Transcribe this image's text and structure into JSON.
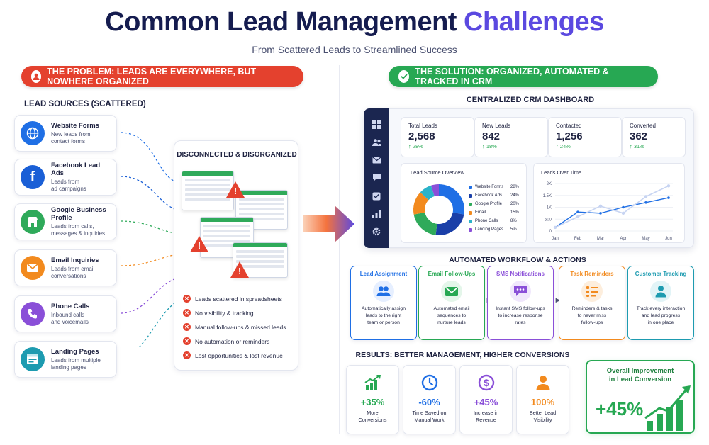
{
  "header": {
    "title_part1": "Common Lead Management",
    "title_part2": "Challenges",
    "subtitle": "From Scattered Leads to Streamlined Success"
  },
  "problem": {
    "banner": "THE PROBLEM: LEADS ARE EVERYWHERE, BUT NOWHERE ORGANIZED",
    "sources_label": "LEAD SOURCES (SCATTERED)",
    "sources": [
      {
        "icon": "globe-icon",
        "title": "Website Forms",
        "desc1": "New leads from",
        "desc2": "contact forms",
        "color": "#1f6fe5"
      },
      {
        "icon": "facebook-icon",
        "title": "Facebook Lead Ads",
        "desc1": "Leads from",
        "desc2": "ad campaigns",
        "color": "#1a5fd6"
      },
      {
        "icon": "store-icon",
        "title": "Google Business Profile",
        "desc1": "Leads from calls,",
        "desc2": "messages & inquiries",
        "color": "#2faa5a"
      },
      {
        "icon": "envelope-icon",
        "title": "Email Inquiries",
        "desc1": "Leads from email",
        "desc2": "conversations",
        "color": "#f28a1e"
      },
      {
        "icon": "phone-icon",
        "title": "Phone Calls",
        "desc1": "Inbound calls",
        "desc2": "and voicemails",
        "color": "#8a4fd8"
      },
      {
        "icon": "browser-icon",
        "title": "Landing Pages",
        "desc1": "Leads from multiple",
        "desc2": "landing pages",
        "color": "#1d9bb0"
      }
    ],
    "disconnected_title": "DISCONNECTED & DISORGANIZED",
    "issues": [
      "Leads scattered in spreadsheets",
      "No visibility & tracking",
      "Manual follow-ups & missed leads",
      "No automation or reminders",
      "Lost opportunities & lost revenue"
    ]
  },
  "solution": {
    "banner": "THE SOLUTION: ORGANIZED, AUTOMATED & TRACKED IN CRM",
    "dashboard_title": "CENTRALIZED CRM DASHBOARD",
    "kpis": [
      {
        "label": "Total Leads",
        "value": "2,568",
        "change": "↑ 28%"
      },
      {
        "label": "New Leads",
        "value": "842",
        "change": "↑ 18%"
      },
      {
        "label": "Contacted",
        "value": "1,256",
        "change": "↑ 24%"
      },
      {
        "label": "Converted",
        "value": "362",
        "change": "↑ 31%"
      }
    ],
    "source_overview": {
      "title": "Lead Source Overview",
      "items": [
        {
          "name": "Website Forms",
          "pct": "28%",
          "value": 28,
          "color": "#1f6fe5"
        },
        {
          "name": "Facebook Ads",
          "pct": "24%",
          "value": 24,
          "color": "#1a3fa8"
        },
        {
          "name": "Google Profile",
          "pct": "20%",
          "value": 20,
          "color": "#2faa5a"
        },
        {
          "name": "Email",
          "pct": "15%",
          "value": 15,
          "color": "#f28a1e"
        },
        {
          "name": "Phone Calls",
          "pct": "8%",
          "value": 8,
          "color": "#2bb3c9"
        },
        {
          "name": "Landing Pages",
          "pct": "5%",
          "value": 5,
          "color": "#8a4fd8"
        }
      ]
    },
    "leads_over_time": {
      "title": "Leads Over Time",
      "y_ticks": [
        "2K",
        "1.5K",
        "1K",
        "500",
        "0"
      ],
      "x_ticks": [
        "Jan",
        "Feb",
        "Mar",
        "Apr",
        "May",
        "Jun"
      ]
    },
    "workflow_title": "AUTOMATED WORKFLOW & ACTIONS",
    "workflow": [
      {
        "title": "Lead Assignment",
        "icon": "users-icon",
        "desc1": "Automatically assign",
        "desc2": "leads to the right",
        "desc3": "team or person",
        "color": "#1f6fe5",
        "bg": "#e6efff"
      },
      {
        "title": "Email Follow-Ups",
        "icon": "envelope-icon",
        "desc1": "Automated email",
        "desc2": "sequences to",
        "desc3": "nurture leads",
        "color": "#27a853",
        "bg": "#e4f6ea"
      },
      {
        "title": "SMS Notifications",
        "icon": "chat-icon",
        "desc1": "Instant SMS follow-ups",
        "desc2": "to increase response",
        "desc3": "rates",
        "color": "#8a4fd8",
        "bg": "#f0e7fc"
      },
      {
        "title": "Task Reminders",
        "icon": "checklist-icon",
        "desc1": "Reminders & tasks",
        "desc2": "to never miss",
        "desc3": "follow-ups",
        "color": "#f28a1e",
        "bg": "#fdeedd"
      },
      {
        "title": "Customer Tracking",
        "icon": "person-icon",
        "desc1": "Track every interaction",
        "desc2": "and lead progress",
        "desc3": "in one place",
        "color": "#1d9bb0",
        "bg": "#e2f4f7"
      }
    ],
    "results_title": "RESULTS: BETTER MANAGEMENT, HIGHER CONVERSIONS",
    "results": [
      {
        "icon": "growth-chart-icon",
        "value": "+35%",
        "label1": "More",
        "label2": "Conversions",
        "color": "#27a853"
      },
      {
        "icon": "clock-icon",
        "value": "-60%",
        "label1": "Time Saved on",
        "label2": "Manual Work",
        "color": "#1f6fe5"
      },
      {
        "icon": "dollar-icon",
        "value": "+45%",
        "label1": "Increase in",
        "label2": "Revenue",
        "color": "#8a4fd8"
      },
      {
        "icon": "person-icon",
        "value": "100%",
        "label1": "Better Lead",
        "label2": "Visibility",
        "color": "#f28a1e"
      }
    ],
    "overall": {
      "title1": "Overall Improvement",
      "title2": "in Lead Conversion",
      "value": "+45%"
    }
  },
  "chart_data": {
    "type": "line",
    "title": "Leads Over Time",
    "x": [
      "Jan",
      "Feb",
      "Mar",
      "Apr",
      "May",
      "Jun"
    ],
    "series": [
      {
        "values": [
          150,
          600,
          1050,
          750,
          1450,
          1900
        ]
      },
      {
        "values": [
          150,
          800,
          750,
          1000,
          1200,
          1400
        ]
      }
    ],
    "ylim": [
      0,
      2000
    ],
    "y_ticks": [
      "0",
      "500",
      "1K",
      "1.5K",
      "2K"
    ]
  }
}
